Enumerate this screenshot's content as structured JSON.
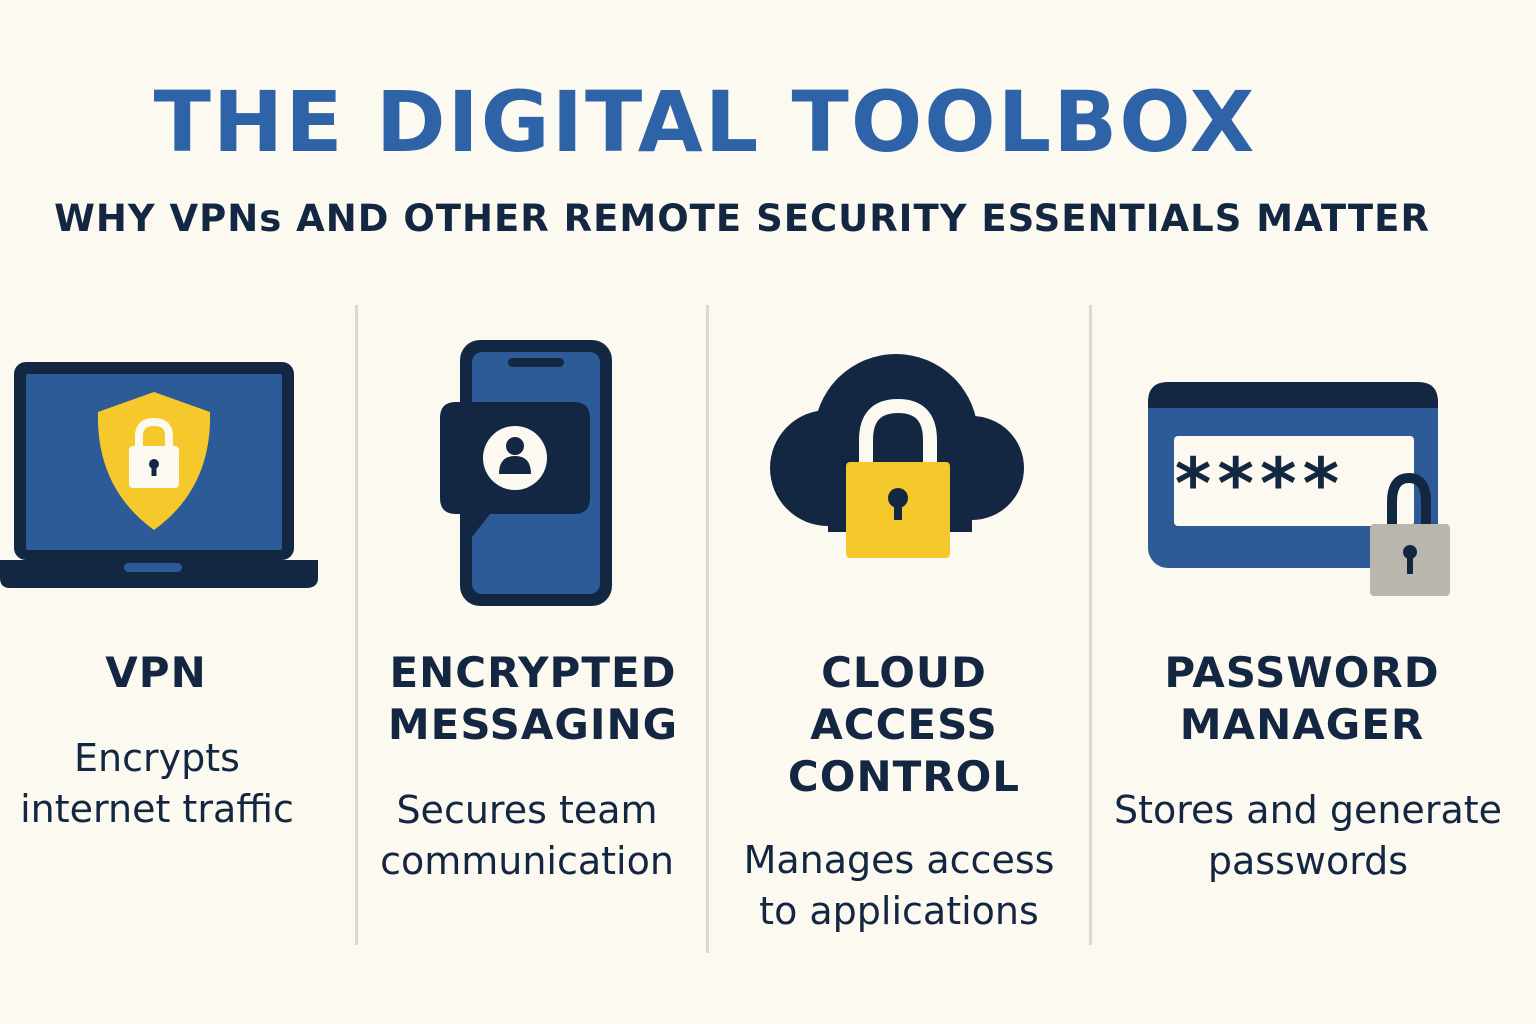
{
  "header": {
    "title": "THE DIGITAL TOOLBOX",
    "subtitle": "WHY VPNs AND OTHER REMOTE SECURITY ESSENTIALS MATTER"
  },
  "colors": {
    "title_blue": "#2e63a8",
    "navy": "#142742",
    "yellow": "#f5c92c",
    "gray_lock": "#b9b6ae",
    "background": "#fcf9f1"
  },
  "tools": [
    {
      "icon": "laptop-shield-lock-icon",
      "heading": "VPN",
      "description": "Encrypts\ninternet traffic"
    },
    {
      "icon": "phone-message-icon",
      "heading": "ENCRYPTED\nMESSAGING",
      "description": "Secures team\ncommunication"
    },
    {
      "icon": "cloud-lock-icon",
      "heading": "CLOUD\nACCESS\nCONTROL",
      "description": "Manages access\nto applications"
    },
    {
      "icon": "password-field-lock-icon",
      "heading": "PASSWORD\nMANAGER",
      "description": "Stores and generate\npasswords",
      "masked_text": "****"
    }
  ]
}
